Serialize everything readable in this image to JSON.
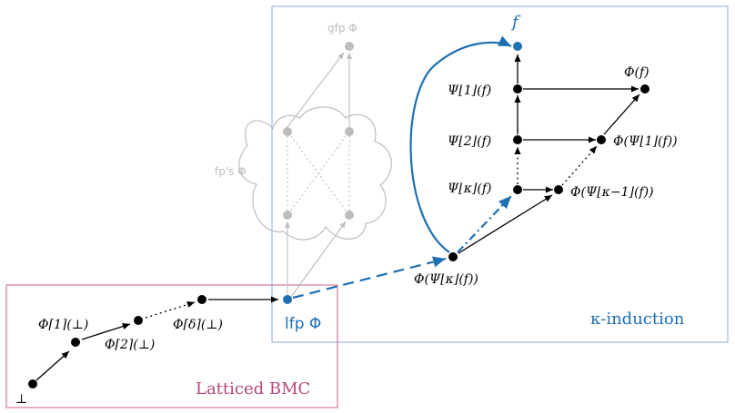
{
  "colors": {
    "blue": "#1f6fb2",
    "blue_box": "#9db7e6",
    "pink_box": "#d6799f",
    "pink_text": "#b5467b",
    "gray": "#bdbdbd",
    "black": "#000000"
  },
  "boxes": {
    "kappa_label": "κ-induction",
    "bmc_label": "Latticed BMC"
  },
  "nodes": {
    "bottom": "⊥",
    "phi1": "Φ⌈1⌉(⊥)",
    "phi2": "Φ⌈2⌉(⊥)",
    "phidelta": "Φ⌈δ⌉(⊥)",
    "lfp": "lfp Φ",
    "gfp": "gfp Φ",
    "fps": "fp's Φ",
    "f": "f",
    "psi1": "Ψ⌊1⌋(f)",
    "psi2": "Ψ⌊2⌋(f)",
    "psik": "Ψ⌊κ⌋(f)",
    "phif": "Φ(f)",
    "phipsi1": "Φ(Ψ⌊1⌋(f))",
    "phipsikm1": "Φ(Ψ⌊κ−1⌋(f))",
    "phipsik": "Φ(Ψ⌊κ⌋(f))"
  }
}
